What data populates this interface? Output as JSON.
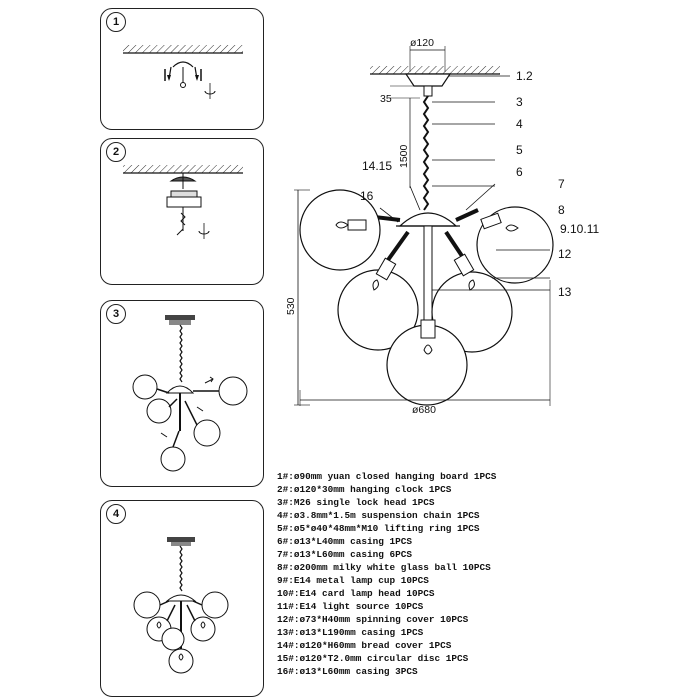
{
  "steps": [
    {
      "number": "1"
    },
    {
      "number": "2"
    },
    {
      "number": "3"
    },
    {
      "number": "4"
    }
  ],
  "diagram": {
    "dimensions": {
      "top_diameter": "ø120",
      "chain_offset": "35",
      "chain_length": "1500",
      "total_height": "530",
      "total_width": "ø680"
    },
    "callouts": {
      "c1_2": "1.2",
      "c3": "3",
      "c4": "4",
      "c5": "5",
      "c6": "6",
      "c7": "7",
      "c8": "8",
      "c9_10_11": "9.10.11",
      "c12": "12",
      "c13": "13",
      "c14_15": "14.15",
      "c16": "16"
    }
  },
  "parts": [
    "1#:ø90mm yuan closed hanging board 1PCS",
    "2#:ø120*30mm hanging clock 1PCS",
    "3#:M26 single lock head  1PCS",
    "4#:ø3.8mm*1.5m suspension chain 1PCS",
    "5#:ø5*ø40*48mm*M10 lifting ring 1PCS",
    "6#:ø13*L40mm casing 1PCS",
    "7#:ø13*L60mm casing 6PCS",
    "8#:ø200mm milky white glass ball 10PCS",
    "9#:E14 metal lamp cup 10PCS",
    "10#:E14 card lamp head 10PCS",
    "11#:E14 light source 10PCS",
    "12#:ø73*H40mm spinning cover 10PCS",
    "13#:ø13*L190mm casing 1PCS",
    "14#:ø120*H60mm bread cover 1PCS",
    "15#:ø120*T2.0mm circular disc 1PCS",
    "16#:ø13*L60mm casing 3PCS"
  ]
}
